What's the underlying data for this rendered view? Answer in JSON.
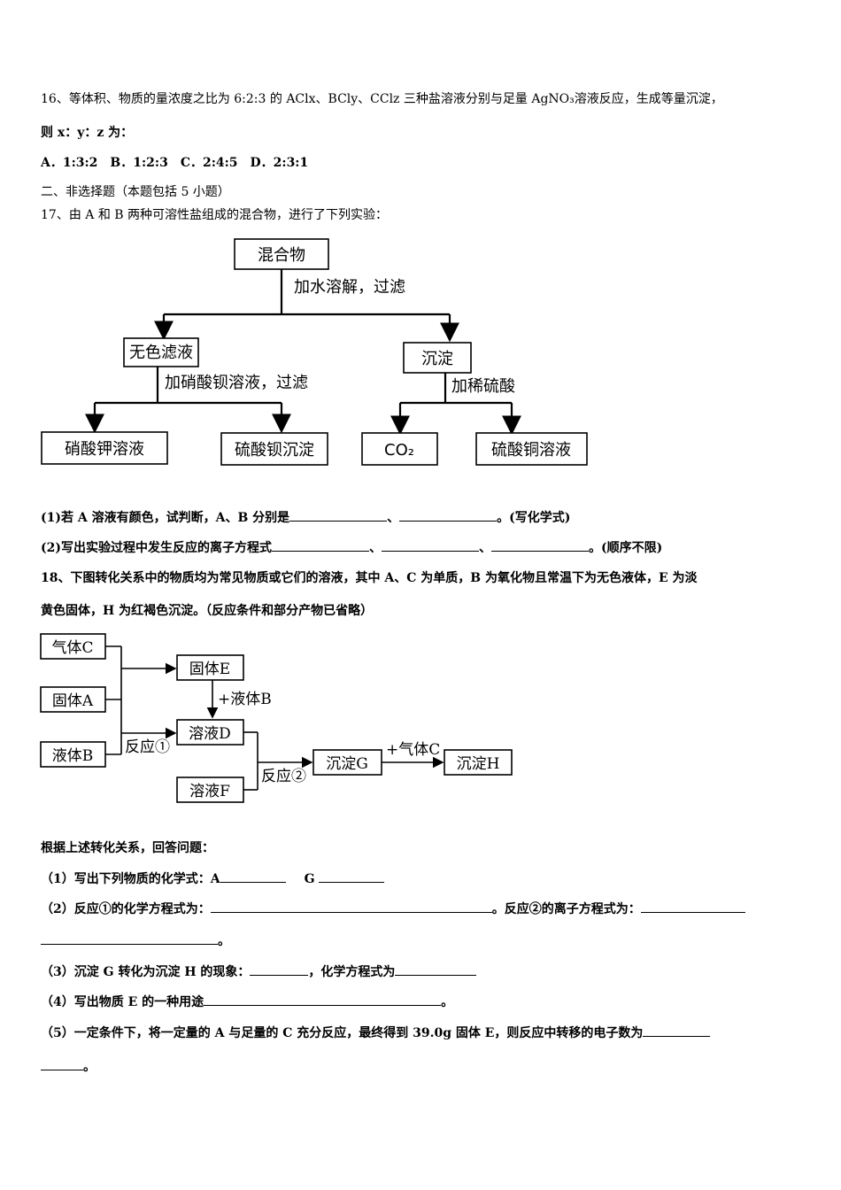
{
  "q16": {
    "line1": "16、等体积、物质的量浓度之比为 6:2:3 的 AClx、BCly、CClz 三种盐溶液分别与足量 AgNO₃溶液反应，生成等量沉淀，",
    "line2": "则 x：y：z 为：",
    "options": "A．1:3:2　B．1:2:3　C．2:4:5　D．2:3:1"
  },
  "section2": "二、非选择题（本题包括 5 小题）",
  "q17": {
    "intro": "17、由 A 和 B 两种可溶性盐组成的混合物，进行了下列实验：",
    "diagram": {
      "mixture": "混合物",
      "step1": "加水溶解，过滤",
      "filtrate": "无色滤液",
      "precipitate": "沉淀",
      "step2": "加硝酸钡溶液，过滤",
      "step3": "加稀硫酸",
      "kno3": "硝酸钾溶液",
      "baso4": "硫酸钡沉淀",
      "co2": "CO₂",
      "cuso4": "硫酸铜溶液"
    },
    "p1a": "(1)若 A 溶液有颜色，试判断，A、B 分别是",
    "p1b": "、",
    "p1c": "。(写化学式)",
    "p2a": "(2)写出实验过程中发生反应的离子方程式",
    "p2b": "、",
    "p2c": "、",
    "p2d": "。(顺序不限)"
  },
  "q18": {
    "line1": "18、下图转化关系中的物质均为常见物质或它们的溶液，其中 A、C 为单质，B 为氧化物且常温下为无色液体，E 为淡",
    "line2": "黄色固体，H 为红褐色沉淀。（反应条件和部分产物已省略）",
    "diagram": {
      "gasC": "气体C",
      "solidA": "固体A",
      "liquidB": "液体B",
      "solidE": "固体E",
      "plusLiquidB": "+液体B",
      "solutionD": "溶液D",
      "reaction1": "反应①",
      "solutionF": "溶液F",
      "reaction2": "反应②",
      "precipG": "沉淀G",
      "plusGasC": "+气体C",
      "precipH": "沉淀H"
    },
    "intro2": "根据上述转化关系，回答问题：",
    "s1a": "（1）写出下列物质的化学式：A",
    "s1b": "G",
    "s2a": "（2）反应①的化学方程式为：",
    "s2b": "。反应②的离子方程式为：",
    "s2c": "。",
    "s3a": "（3）沉淀 G 转化为沉淀 H 的现象：",
    "s3b": "，化学方程式为",
    "s4a": "（4）写出物质 E 的一种用途",
    "s4b": "。",
    "s5a": "（5）一定条件下，将一定量的 A 与足量的 C 充分反应，最终得到 39.0g 固体 E，则反应中转移的电子数为",
    "s5b": "。"
  }
}
